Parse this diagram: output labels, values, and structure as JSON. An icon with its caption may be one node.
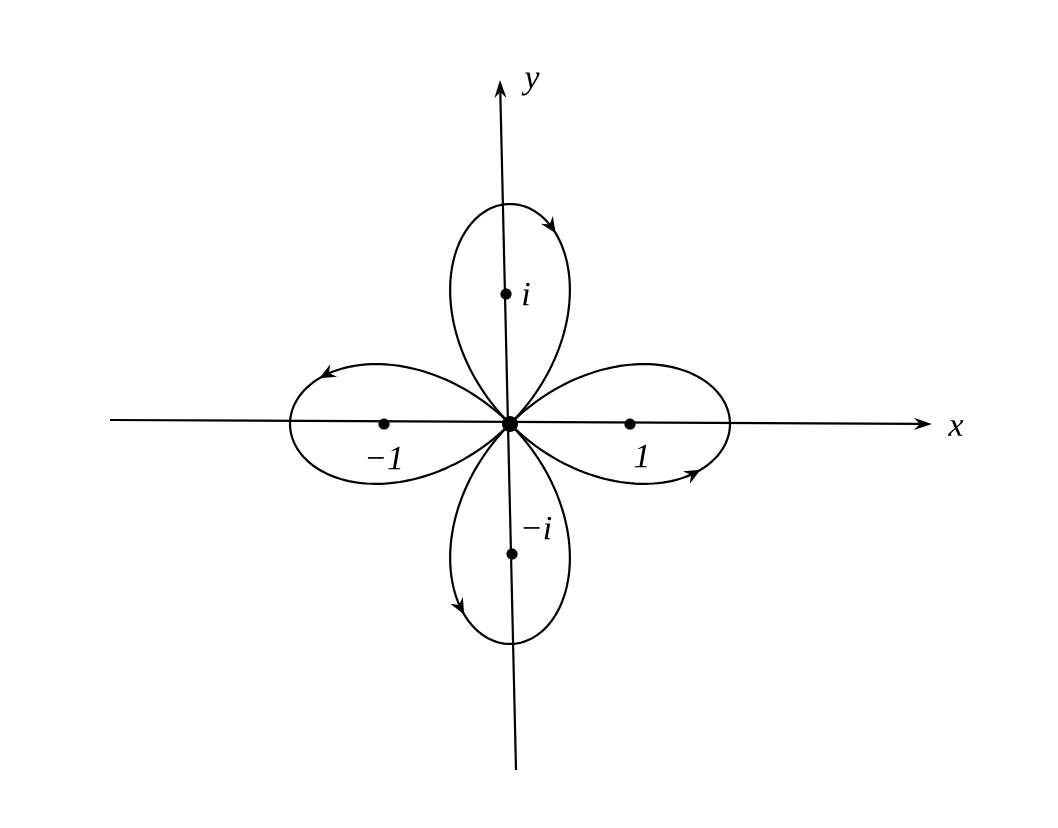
{
  "diagram": {
    "labels": [
      "y",
      "x",
      "i",
      "−1",
      "1",
      "−i"
    ]
  }
}
